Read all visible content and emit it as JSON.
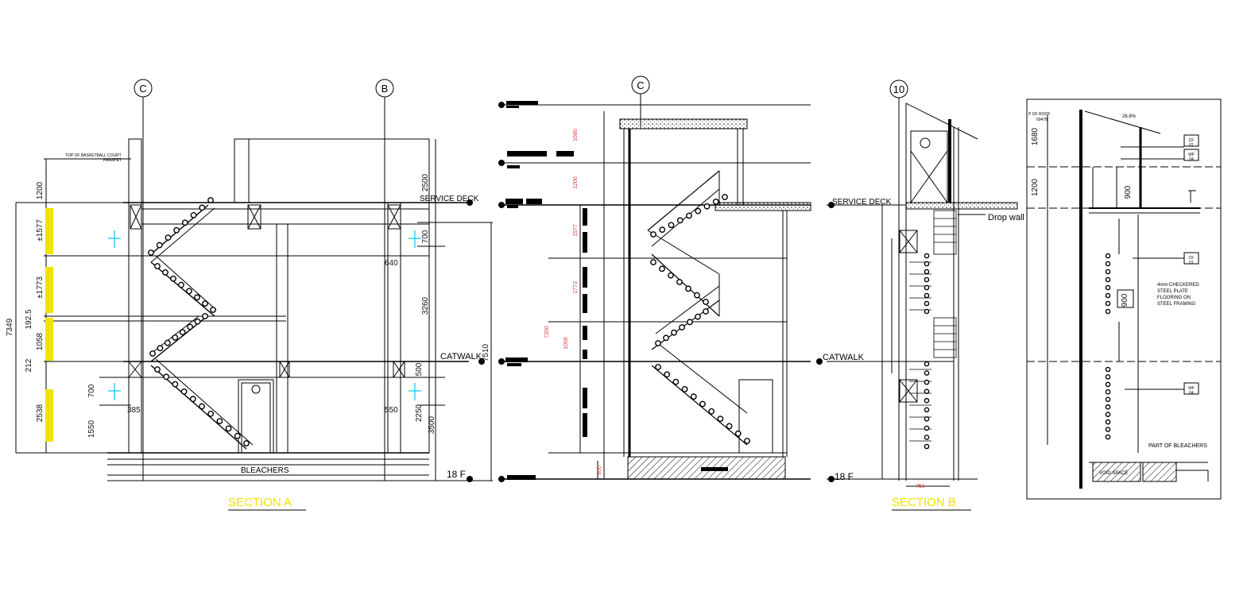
{
  "grid_labels": {
    "c_a": "C",
    "b_a": "B",
    "c_mid": "C",
    "ten_b": "10"
  },
  "levels": {
    "service_deck": "SERVICE DECK",
    "catwalk": "CATWALK",
    "floor": "18  F",
    "bleachers": "BLEACHERS"
  },
  "notes": {
    "top_court_1": "TOP OF BASKETBALL COURT",
    "top_court_2": "PARAPET",
    "drop_wall": "Drop wall",
    "checkered_1": "4mm CHECKERED",
    "checkered_2": "STEEL PLATE",
    "checkered_3": "FLOORING ON",
    "checkered_4": "STEEL FRAMING",
    "part_bleachers": "PART OF BLEACHERS",
    "void_space": "VOID SPACE",
    "top_roof_1": "P OF ROOF",
    "top_roof_2": "69478",
    "slope": "26.6%"
  },
  "tags": {
    "cf_1": "CF",
    "cf_1b": "01",
    "wf_1": "WF",
    "wf_1b": "04",
    "cf_2": "CF",
    "cf_2b": "01",
    "wf_2": "WF",
    "wf_2b": "04"
  },
  "dims_a": {
    "d1200": "1200",
    "d1577": "±1577",
    "d1773": "±1773",
    "d1925": "192.5",
    "d1058": "1058",
    "d212": "212",
    "d2538": "2538",
    "d7349": "7349",
    "d700a": "700",
    "d1550": "1550",
    "d385": "385",
    "d2500": "2500",
    "d700b": "700",
    "d3260": "3260",
    "d500": "500",
    "d2250": "2250",
    "d3500": "3500",
    "d7510": "7510",
    "d640": "640",
    "d550": "550"
  },
  "dims_mid": {
    "d1680": "1680",
    "d1200": "1200",
    "d1577": "1577",
    "d1773": "1773",
    "d7350": "7350",
    "d1058": "1058",
    "d800": "800"
  },
  "dims_b": {
    "d750": "750"
  },
  "dims_detail": {
    "d1680": "1680",
    "d1200": "1200",
    "d900a": "900",
    "d900b": "900"
  },
  "titles": {
    "section_a": "SECTION A",
    "section_b": "SECTION B"
  }
}
